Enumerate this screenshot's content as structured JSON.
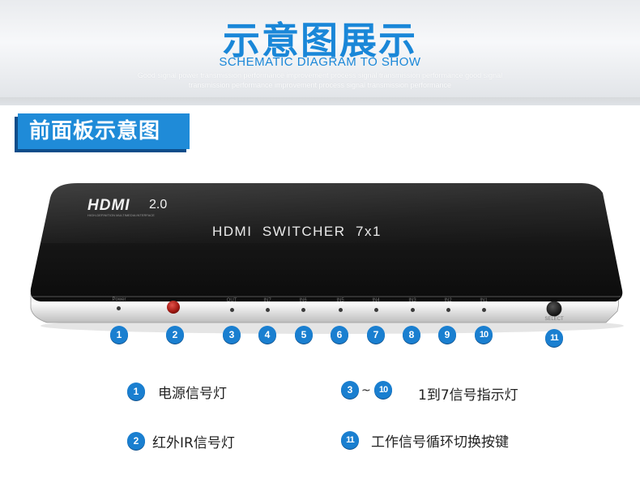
{
  "header": {
    "title": "示意图展示",
    "subtitle": "SCHEMATIC DIAGRAM TO SHOW",
    "faint_line_1": "Good signal power transmission performance improvement process signal transmission performance good signal",
    "faint_line_2": "transmission performance improvement process signal transmission performance"
  },
  "section": {
    "label": "前面板示意图"
  },
  "device": {
    "brand": "HDMI",
    "brand_version": "2.0",
    "brand_tagline": "HIGH-DEFINITION MULTIMEDIA INTERFACE",
    "model": "HDMI  SWITCHER  7x1",
    "ports": [
      {
        "label": "Power"
      },
      {
        "label": ""
      },
      {
        "label": "OUT"
      },
      {
        "label": "IN7"
      },
      {
        "label": "IN6"
      },
      {
        "label": "IN5"
      },
      {
        "label": "IN4"
      },
      {
        "label": "IN3"
      },
      {
        "label": "IN2"
      },
      {
        "label": "IN1"
      },
      {
        "label": "SELECT"
      }
    ]
  },
  "badges": [
    "1",
    "2",
    "3",
    "4",
    "5",
    "6",
    "7",
    "8",
    "9",
    "10",
    "11"
  ],
  "legend": {
    "item1": {
      "badge": "1",
      "text": "电源信号灯"
    },
    "item2": {
      "badge": "2",
      "text": "红外IR信号灯"
    },
    "item3": {
      "badge_from": "3",
      "tilde": "~",
      "badge_to": "10",
      "text": "1到7信号指示灯"
    },
    "item4": {
      "badge": "11",
      "text": "工作信号循环切换按键"
    }
  },
  "colors": {
    "accent": "#1a87d8",
    "badge": "#1a7fd0",
    "device_body": "#1c1c1c",
    "ir_window": "#b0201a"
  }
}
